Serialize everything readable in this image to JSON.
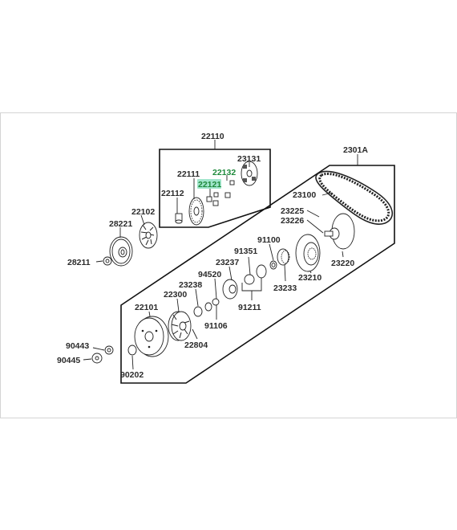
{
  "diagram": {
    "labels": {
      "l22110": "22110",
      "l2301A": "2301A",
      "l23131": "23131",
      "l22111": "22111",
      "l22132": "22132",
      "l22121": "22121",
      "l22112": "22112",
      "l22102": "22102",
      "l28221": "28221",
      "l28211": "28211",
      "l23100": "23100",
      "l23225": "23225",
      "l23226": "23226",
      "l91100": "91100",
      "l91351": "91351",
      "l23237": "23237",
      "l94520": "94520",
      "l23238": "23238",
      "l22300": "22300",
      "l22101": "22101",
      "l91106": "91106",
      "l22804": "22804",
      "l23220": "23220",
      "l23210": "23210",
      "l23233": "23233",
      "l91211": "91211",
      "l90443": "90443",
      "l90445": "90445",
      "l90202": "90202"
    },
    "highlight_color": "#8fe0c2"
  }
}
